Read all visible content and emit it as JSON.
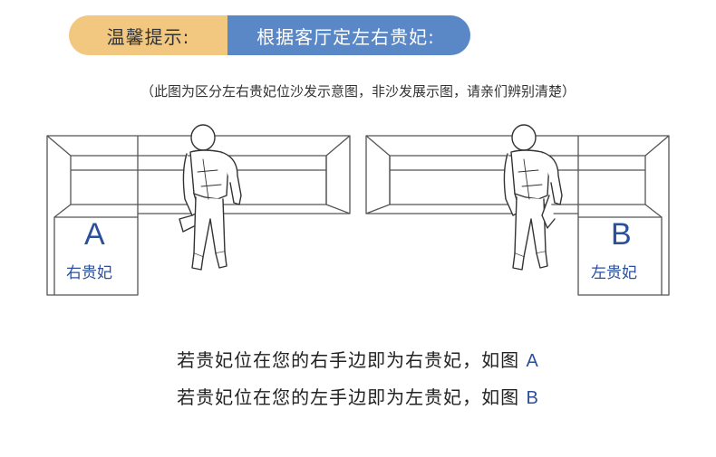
{
  "banner": {
    "label": "温馨提示:",
    "message": "根据客厅定左右贵妃:"
  },
  "note": "（此图为区分左右贵妃位沙发示意图，非沙发展示图，请亲们辨别清楚）",
  "sofa_a": {
    "letter": "A",
    "label": "右贵妃"
  },
  "sofa_b": {
    "letter": "B",
    "label": "左贵妃"
  },
  "line1": {
    "text": "若贵妃位在您的右手边即为右贵妃，如图",
    "letter": "A"
  },
  "line2": {
    "text": "若贵妃位在您的左手边即为左贵妃，如图",
    "letter": "B"
  },
  "colors": {
    "accent_blue": "#5a87c6",
    "accent_gold": "#f2c77f",
    "text_blue": "#2c4f9c"
  }
}
